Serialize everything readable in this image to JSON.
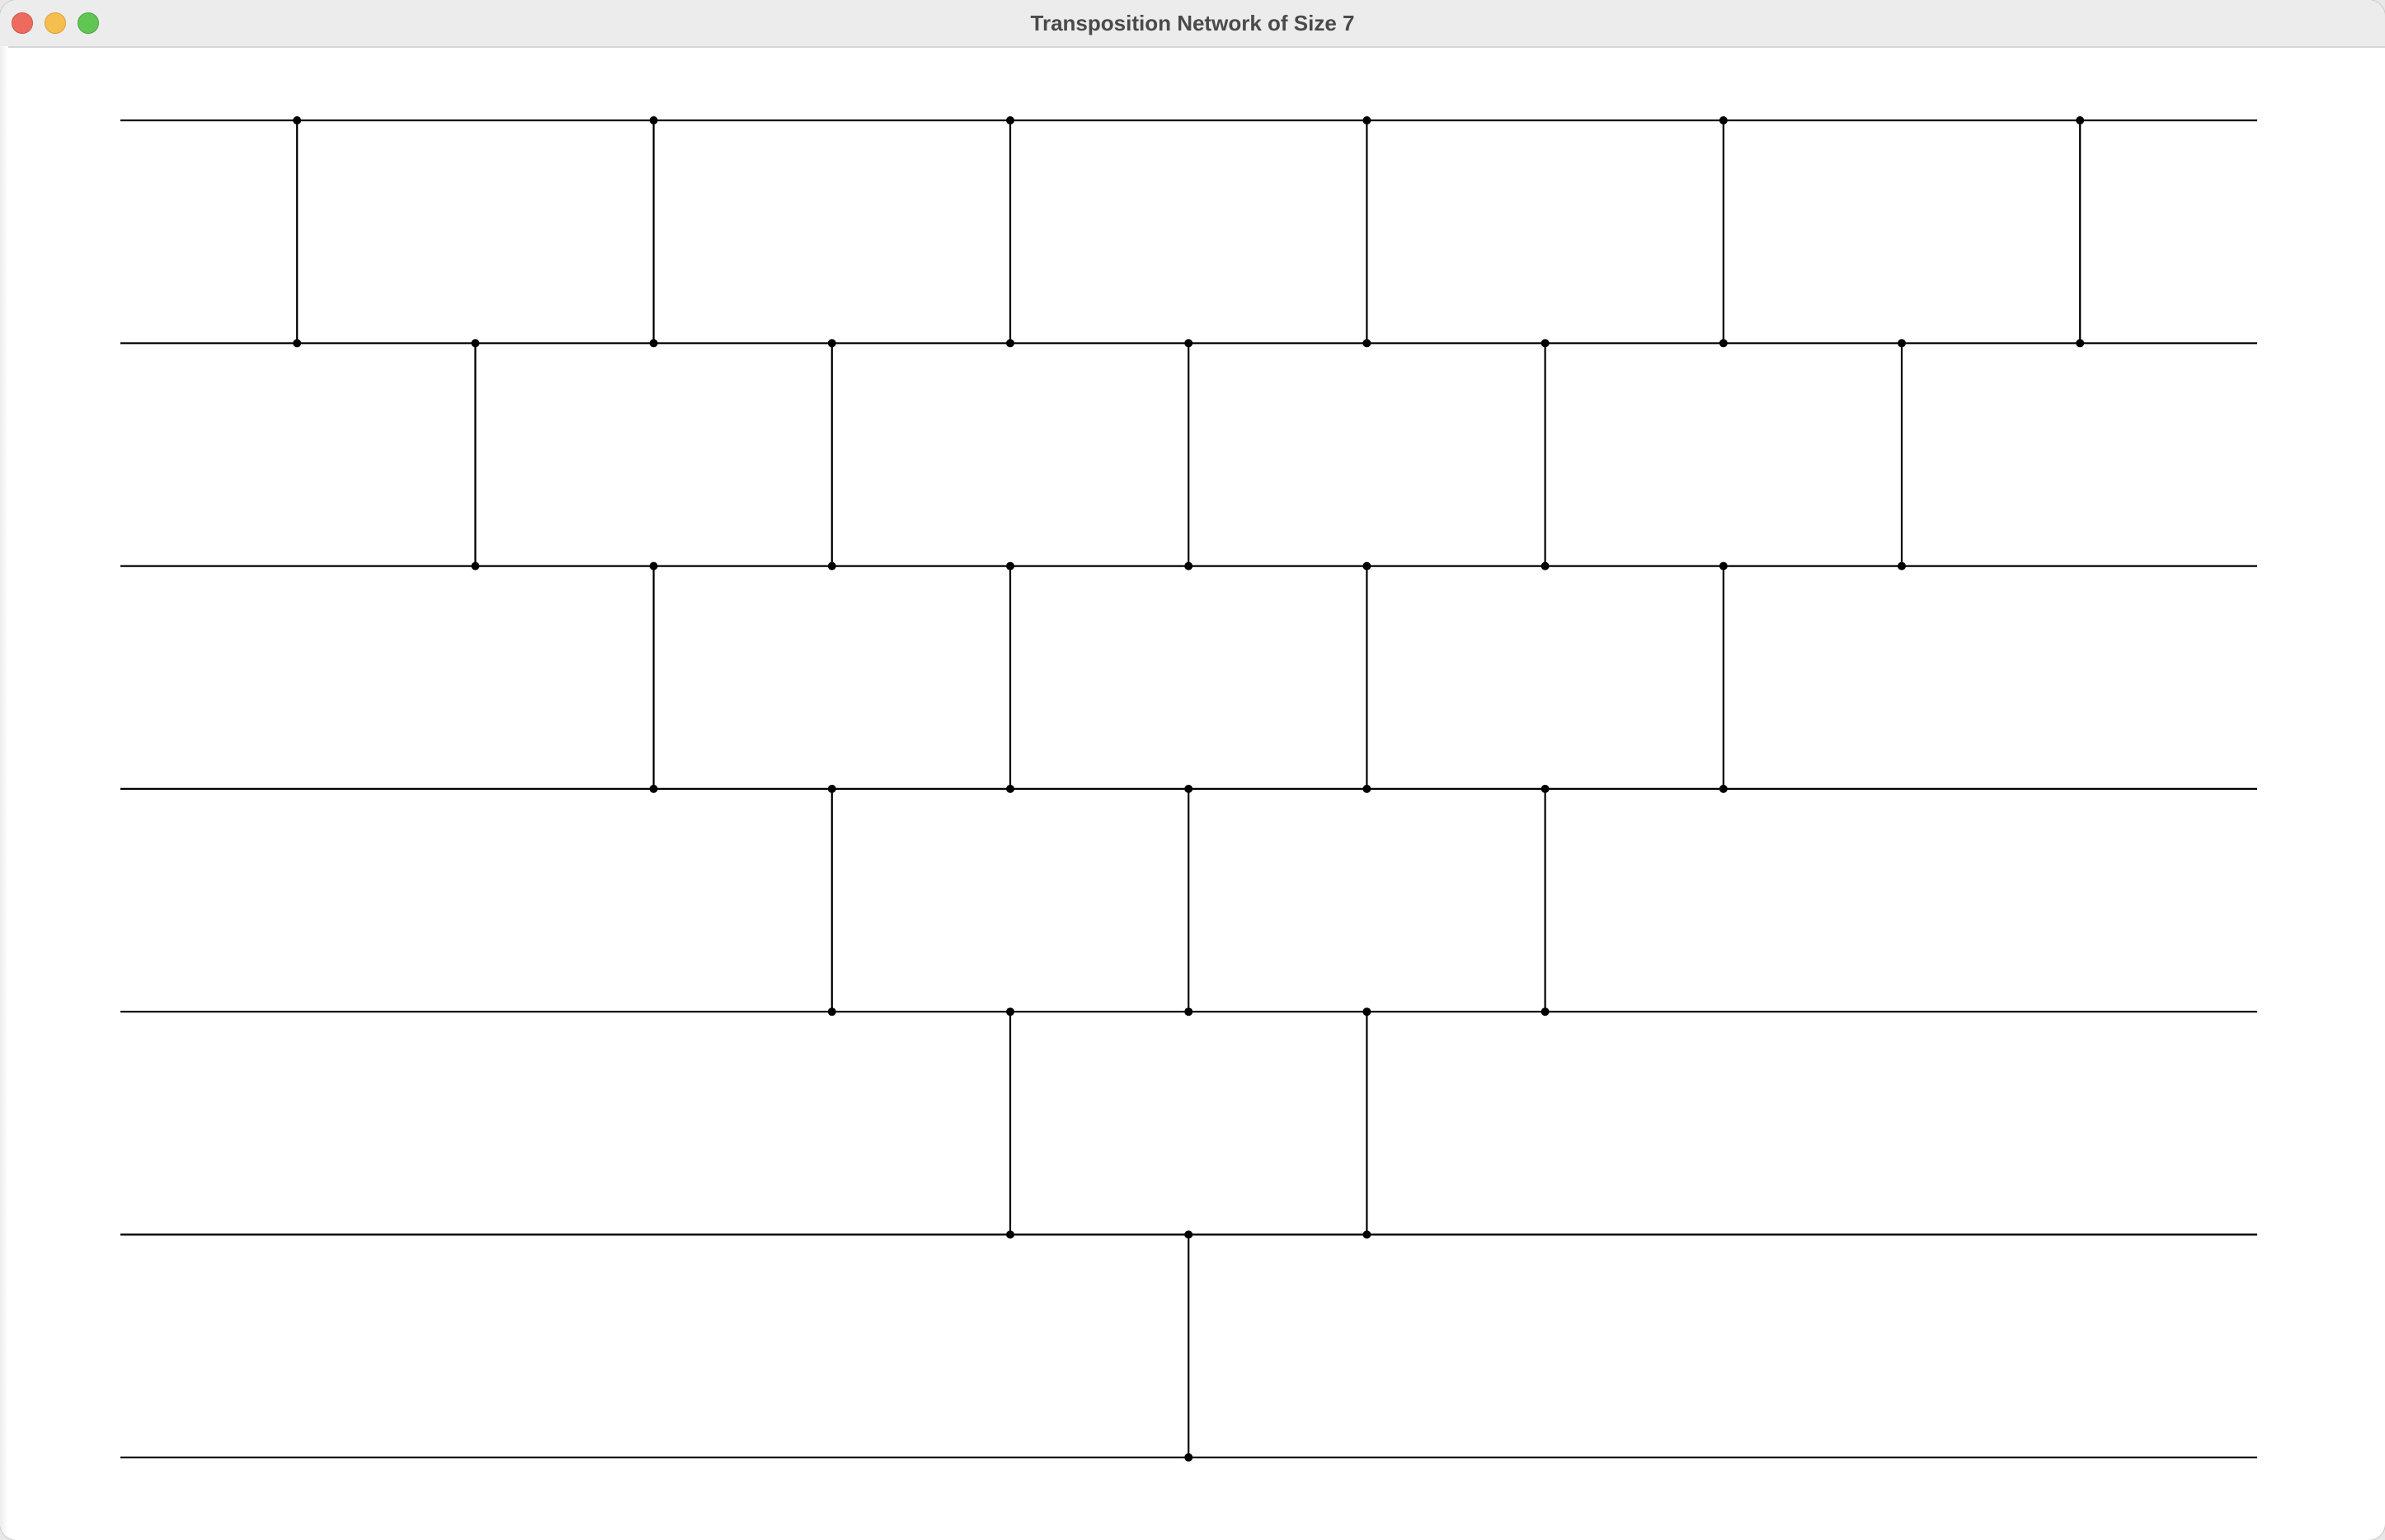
{
  "window": {
    "title": "Transposition Network of Size 7",
    "buttons": [
      "close",
      "minimize",
      "zoom"
    ]
  },
  "network": {
    "size": 7,
    "wire_color": "#000000",
    "background": "#ffffff",
    "comparators": [
      {
        "column": 1,
        "wire": 0
      },
      {
        "column": 2,
        "wire": 1
      },
      {
        "column": 3,
        "wire": 0
      },
      {
        "column": 3,
        "wire": 2
      },
      {
        "column": 4,
        "wire": 1
      },
      {
        "column": 4,
        "wire": 3
      },
      {
        "column": 5,
        "wire": 0
      },
      {
        "column": 5,
        "wire": 2
      },
      {
        "column": 5,
        "wire": 4
      },
      {
        "column": 6,
        "wire": 1
      },
      {
        "column": 6,
        "wire": 3
      },
      {
        "column": 6,
        "wire": 5
      },
      {
        "column": 7,
        "wire": 0
      },
      {
        "column": 7,
        "wire": 2
      },
      {
        "column": 7,
        "wire": 4
      },
      {
        "column": 8,
        "wire": 1
      },
      {
        "column": 8,
        "wire": 3
      },
      {
        "column": 9,
        "wire": 0
      },
      {
        "column": 9,
        "wire": 2
      },
      {
        "column": 10,
        "wire": 1
      },
      {
        "column": 11,
        "wire": 0
      }
    ]
  }
}
